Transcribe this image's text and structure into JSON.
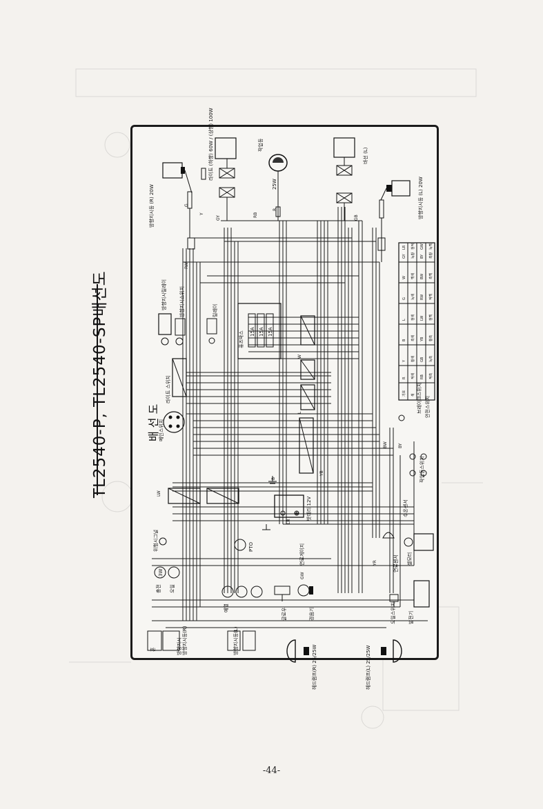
{
  "page": {
    "title": "TL2540-P, TL2540-SP배선도",
    "page_number": "-44-"
  },
  "diagram": {
    "heading": "배  선  도",
    "components": {
      "turn_right": "방향지시등 (R) 20W",
      "turn_left": "방향지시등 (L) 20W",
      "headlight_top_right": "라이트 (하향) 60W / (상향) 100W",
      "headlight_top_left": "바선 (L)",
      "work_lamp": "작업등",
      "work_lamp_watt": "25W",
      "flasher_relay": "방향지시릴레이",
      "turn_switch": "방향지시스위치",
      "relay": "릴레이",
      "fuse_box": "퓨즈박스",
      "fuse_1": "15A",
      "fuse_2": "15A",
      "fuse_3": "15A",
      "light_switch": "라이트 스위치",
      "main_switch": "메인스위치",
      "hazard": "위험시그널",
      "battery": "밧데리 12V",
      "fuel_unit": "연료게이지",
      "pto": "PTO",
      "lamp_1": "충전",
      "lamp_2": "오일",
      "lamp_3": "예열",
      "lamp_4": "방향지시",
      "watt_3w": "3W",
      "horn": "혼",
      "horn_button": "경음기",
      "glow": "글로우",
      "starter": "셀모터",
      "safety_switch": "안전스위치",
      "water_temp": "수온센서",
      "oil_switch": "오일스위치",
      "generator": "발전기",
      "head_r": "헤드램프(R) 25/25W",
      "head_l": "헤드램프(L) 25/25W",
      "brake_switch": "브레이크스위치",
      "work_switch": "작업등스위치",
      "front_indicator": "방향지시등(R)",
      "front_indicator_l": "방향지시등(L)",
      "fuel_sensor": "연료센서"
    },
    "wire_codes": [
      "G",
      "Y",
      "GY",
      "RB",
      "GB",
      "R",
      "B",
      "W",
      "L",
      "YB",
      "LW",
      "RW",
      "BW",
      "BY",
      "GW",
      "LR",
      "YR"
    ],
    "wire_color_table": {
      "header": [
        "기호",
        "색"
      ],
      "rows": [
        [
          "R",
          "적색"
        ],
        [
          "Y",
          "황색"
        ],
        [
          "B",
          "흑색"
        ],
        [
          "L",
          "청색"
        ],
        [
          "G",
          "녹색"
        ],
        [
          "W",
          "백색"
        ],
        [
          "GY",
          "녹황"
        ],
        [
          "RB",
          "적흑"
        ],
        [
          "GB",
          "녹흑"
        ],
        [
          "YB",
          "황흑"
        ],
        [
          "LW",
          "청백"
        ],
        [
          "RW",
          "적백"
        ],
        [
          "BW",
          "흑백"
        ],
        [
          "BY",
          "흑황"
        ],
        [
          "GW",
          "녹백"
        ],
        [
          "LR",
          "청적"
        ]
      ]
    }
  }
}
